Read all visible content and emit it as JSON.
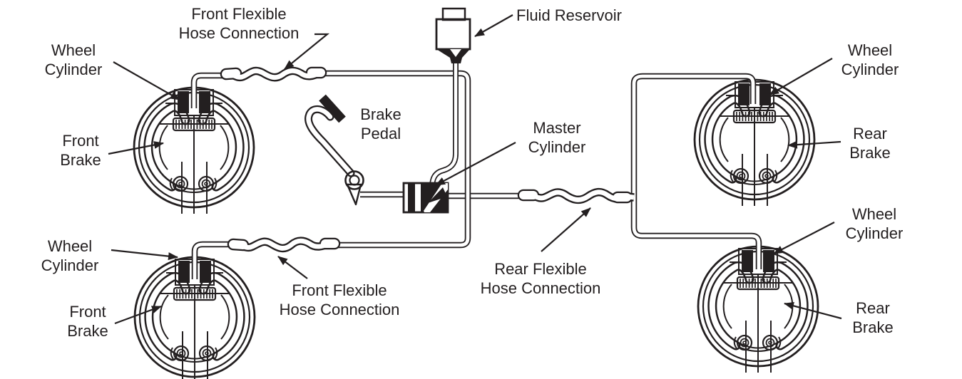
{
  "labels": {
    "front_flexible_hose_top": {
      "line1": "Front Flexible",
      "line2": "Hose Connection"
    },
    "wheel_cylinder_front_left": {
      "line1": "Wheel",
      "line2": "Cylinder"
    },
    "front_brake_left": {
      "line1": "Front",
      "line2": "Brake"
    },
    "fluid_reservoir": {
      "line1": "Fluid Reservoir"
    },
    "brake_pedal": {
      "line1": "Brake",
      "line2": "Pedal"
    },
    "master_cylinder": {
      "line1": "Master",
      "line2": "Cylinder"
    },
    "wheel_cylinder_rear_top": {
      "line1": "Wheel",
      "line2": "Cylinder"
    },
    "rear_brake_top": {
      "line1": "Rear",
      "line2": "Brake"
    },
    "wheel_cylinder_front_bottom": {
      "line1": "Wheel",
      "line2": "Cylinder"
    },
    "front_brake_bottom": {
      "line1": "Front",
      "line2": "Brake"
    },
    "front_flexible_hose_bottom": {
      "line1": "Front Flexible",
      "line2": "Hose Connection"
    },
    "rear_flexible_hose": {
      "line1": "Rear Flexible",
      "line2": "Hose Connection"
    },
    "wheel_cylinder_rear_bottom": {
      "line1": "Wheel",
      "line2": "Cylinder"
    },
    "rear_brake_bottom": {
      "line1": "Rear",
      "line2": "Brake"
    }
  },
  "colors": {
    "line": "#231f20",
    "background": "#ffffff"
  }
}
